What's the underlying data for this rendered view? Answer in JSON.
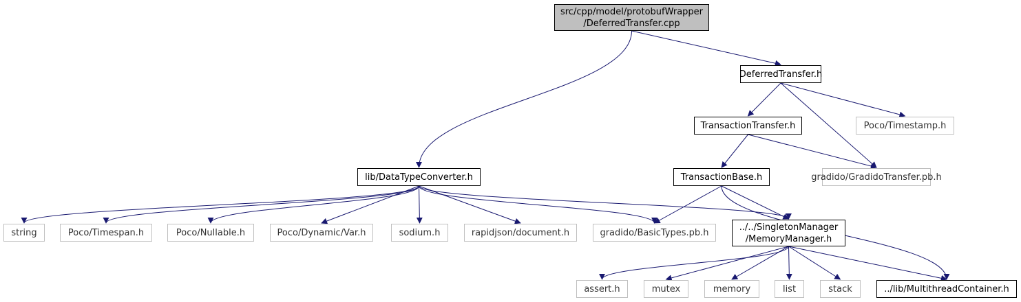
{
  "diagram": {
    "colors": {
      "edge": "#191970",
      "root_fill": "#bfbfbf",
      "local_border": "#000000",
      "external_border": "#bfbfbf"
    },
    "nodes": [
      {
        "id": "root",
        "kind": "root",
        "lines": [
          "src/cpp/model/protobufWrapper",
          "/DeferredTransfer.cpp"
        ]
      },
      {
        "id": "deferred",
        "kind": "local",
        "lines": [
          "DeferredTransfer.h"
        ]
      },
      {
        "id": "datatype",
        "kind": "local",
        "lines": [
          "lib/DataTypeConverter.h"
        ]
      },
      {
        "id": "txtransfer",
        "kind": "local",
        "lines": [
          "TransactionTransfer.h"
        ]
      },
      {
        "id": "timestamp",
        "kind": "external",
        "lines": [
          "Poco/Timestamp.h"
        ]
      },
      {
        "id": "txbase",
        "kind": "local",
        "lines": [
          "TransactionBase.h"
        ]
      },
      {
        "id": "gradidotransfer",
        "kind": "external",
        "lines": [
          "gradido/GradidoTransfer.pb.h"
        ]
      },
      {
        "id": "string",
        "kind": "external",
        "lines": [
          "string"
        ]
      },
      {
        "id": "timespan",
        "kind": "external",
        "lines": [
          "Poco/Timespan.h"
        ]
      },
      {
        "id": "nullable",
        "kind": "external",
        "lines": [
          "Poco/Nullable.h"
        ]
      },
      {
        "id": "dynvar",
        "kind": "external",
        "lines": [
          "Poco/Dynamic/Var.h"
        ]
      },
      {
        "id": "sodium",
        "kind": "external",
        "lines": [
          "sodium.h"
        ]
      },
      {
        "id": "rapidjson",
        "kind": "external",
        "lines": [
          "rapidjson/document.h"
        ]
      },
      {
        "id": "basictypes",
        "kind": "external",
        "lines": [
          "gradido/BasicTypes.pb.h"
        ]
      },
      {
        "id": "memmgr",
        "kind": "local",
        "lines": [
          "../../SingletonManager",
          "/MemoryManager.h"
        ]
      },
      {
        "id": "assert",
        "kind": "external",
        "lines": [
          "assert.h"
        ]
      },
      {
        "id": "mutex",
        "kind": "external",
        "lines": [
          "mutex"
        ]
      },
      {
        "id": "memory",
        "kind": "external",
        "lines": [
          "memory"
        ]
      },
      {
        "id": "list",
        "kind": "external",
        "lines": [
          "list"
        ]
      },
      {
        "id": "stack",
        "kind": "external",
        "lines": [
          "stack"
        ]
      },
      {
        "id": "multithread",
        "kind": "local",
        "lines": [
          "../lib/MultithreadContainer.h"
        ]
      }
    ],
    "edges": [
      [
        "root",
        "deferred"
      ],
      [
        "root",
        "datatype"
      ],
      [
        "deferred",
        "txtransfer"
      ],
      [
        "deferred",
        "gradidotransfer"
      ],
      [
        "deferred",
        "timestamp"
      ],
      [
        "txtransfer",
        "txbase"
      ],
      [
        "txtransfer",
        "gradidotransfer"
      ],
      [
        "txbase",
        "basictypes"
      ],
      [
        "txbase",
        "memmgr"
      ],
      [
        "txbase",
        "multithread"
      ],
      [
        "datatype",
        "string"
      ],
      [
        "datatype",
        "timespan"
      ],
      [
        "datatype",
        "nullable"
      ],
      [
        "datatype",
        "dynvar"
      ],
      [
        "datatype",
        "sodium"
      ],
      [
        "datatype",
        "rapidjson"
      ],
      [
        "datatype",
        "basictypes"
      ],
      [
        "datatype",
        "memmgr"
      ],
      [
        "memmgr",
        "assert"
      ],
      [
        "memmgr",
        "mutex"
      ],
      [
        "memmgr",
        "memory"
      ],
      [
        "memmgr",
        "list"
      ],
      [
        "memmgr",
        "stack"
      ],
      [
        "memmgr",
        "multithread"
      ]
    ]
  }
}
